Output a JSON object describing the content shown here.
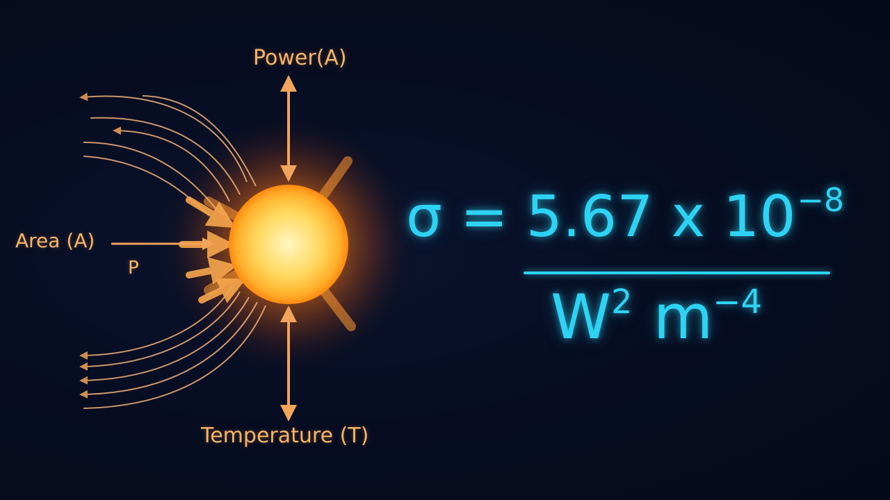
{
  "diagram": {
    "labels": {
      "power": "Power(A)",
      "area": "Area (A)",
      "p": "P",
      "temperature": "Temperature (T)"
    }
  },
  "formula": {
    "lhs": "σ = 5.67 x 10",
    "lhs_exponent": "−8",
    "denominator_base": "W",
    "denominator_base_exponent": "2",
    "denominator_unit": "m",
    "denominator_unit_exponent": "−4"
  },
  "colors": {
    "background": "#060b1d",
    "accent_orange": "#f3b56a",
    "formula_cyan": "#2ed3f4",
    "sun_core": "#ffe27a"
  }
}
